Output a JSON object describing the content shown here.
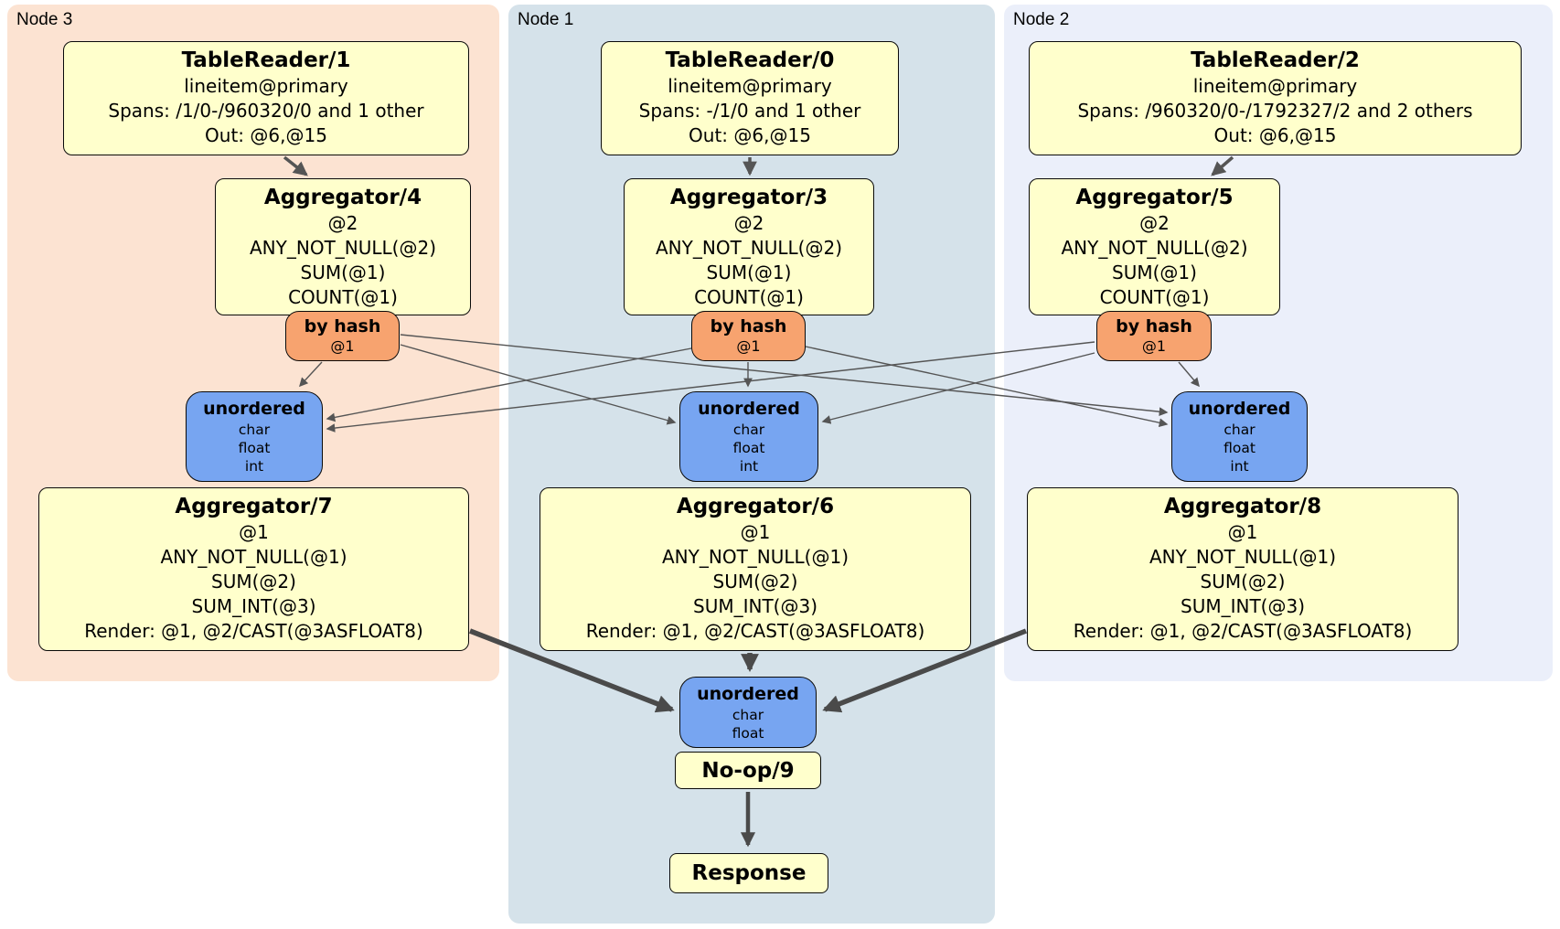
{
  "panels": {
    "node3": {
      "label": "Node 3"
    },
    "node1": {
      "label": "Node 1"
    },
    "node2": {
      "label": "Node 2"
    }
  },
  "node3": {
    "tablereader": {
      "title": "TableReader/1",
      "lines": [
        "lineitem@primary",
        "Spans: /1/0-/960320/0 and 1 other",
        "Out: @6,@15"
      ]
    },
    "aggregatorUpper": {
      "title": "Aggregator/4",
      "lines": [
        "@2",
        "ANY_NOT_NULL(@2)",
        "SUM(@1)",
        "COUNT(@1)"
      ]
    },
    "router": {
      "title": "by hash",
      "lines": [
        "@1"
      ]
    },
    "sync": {
      "title": "unordered",
      "lines": [
        "char",
        "float",
        "int"
      ]
    },
    "aggregatorLower": {
      "title": "Aggregator/7",
      "lines": [
        "@1",
        "ANY_NOT_NULL(@1)",
        "SUM(@2)",
        "SUM_INT(@3)",
        "Render: @1, @2/CAST(@3ASFLOAT8)"
      ]
    }
  },
  "node1": {
    "tablereader": {
      "title": "TableReader/0",
      "lines": [
        "lineitem@primary",
        "Spans: -/1/0 and 1 other",
        "Out: @6,@15"
      ]
    },
    "aggregatorUpper": {
      "title": "Aggregator/3",
      "lines": [
        "@2",
        "ANY_NOT_NULL(@2)",
        "SUM(@1)",
        "COUNT(@1)"
      ]
    },
    "router": {
      "title": "by hash",
      "lines": [
        "@1"
      ]
    },
    "sync": {
      "title": "unordered",
      "lines": [
        "char",
        "float",
        "int"
      ]
    },
    "aggregatorLower": {
      "title": "Aggregator/6",
      "lines": [
        "@1",
        "ANY_NOT_NULL(@1)",
        "SUM(@2)",
        "SUM_INT(@3)",
        "Render: @1, @2/CAST(@3ASFLOAT8)"
      ]
    }
  },
  "node2": {
    "tablereader": {
      "title": "TableReader/2",
      "lines": [
        "lineitem@primary",
        "Spans: /960320/0-/1792327/2 and 2 others",
        "Out: @6,@15"
      ]
    },
    "aggregatorUpper": {
      "title": "Aggregator/5",
      "lines": [
        "@2",
        "ANY_NOT_NULL(@2)",
        "SUM(@1)",
        "COUNT(@1)"
      ]
    },
    "router": {
      "title": "by hash",
      "lines": [
        "@1"
      ]
    },
    "sync": {
      "title": "unordered",
      "lines": [
        "char",
        "float",
        "int"
      ]
    },
    "aggregatorLower": {
      "title": "Aggregator/8",
      "lines": [
        "@1",
        "ANY_NOT_NULL(@1)",
        "SUM(@2)",
        "SUM_INT(@3)",
        "Render: @1, @2/CAST(@3ASFLOAT8)"
      ]
    }
  },
  "final": {
    "sync": {
      "title": "unordered",
      "lines": [
        "char",
        "float"
      ]
    },
    "noop": {
      "title": "No-op/9"
    },
    "response": {
      "title": "Response"
    }
  },
  "colors": {
    "panel_node3": "#fce3d2",
    "panel_node1": "#d5e2ea",
    "panel_node2": "#ebeffa",
    "processor_box": "#ffffcc",
    "router_box": "#f7a36f",
    "sync_box": "#77a5f1",
    "edge": "#555555"
  }
}
